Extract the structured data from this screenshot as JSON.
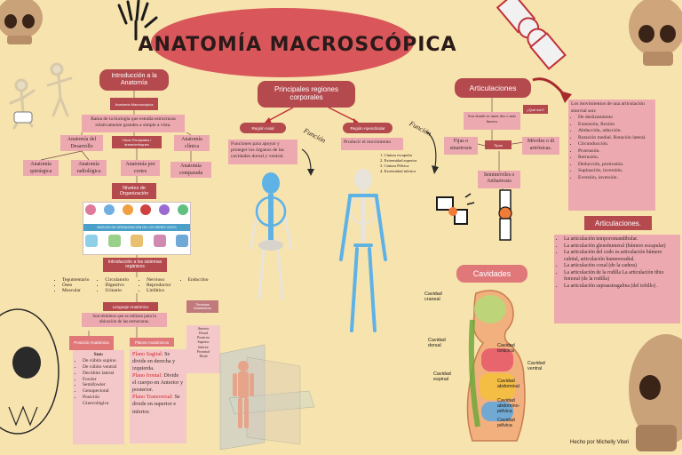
{
  "title": "ANATOMÍA MACROSCÓPICA",
  "author": "Hecho por Michelly Viteri",
  "intro": {
    "header": "Introducción a la Anatomía",
    "anat_macro": "Anatomía Macroscópica",
    "definition": "Rama de la biología que estudia estructuras relativamente grandes a simple a vista.",
    "desarrollo": "Anatomía del Desarrollo",
    "otros_principales": "Otros Principales / áreas/enfoques",
    "clinica": "Anatomía clínica",
    "quirurgica": "Anatomía quirúrgica",
    "radiologica": "Anatomía radiológica",
    "cortes": "Anatomía por cortes",
    "comparada": "Anatomía comparada",
    "niveles": "Niveles de Organización",
    "niveles_banner": "NIVELES DE ORGANIZACIÓN DE LOS SERES VIVOS",
    "sistemas": "Introducción a los sistemas orgánicos",
    "sistemas_cols": [
      [
        "Tegumentario",
        "Óseo",
        "Muscular"
      ],
      [
        "Circulatorio",
        "Digestivo",
        "Urinario"
      ],
      [
        "Nervioso",
        "Reproductor",
        "Linfático"
      ],
      [
        "Endocrino"
      ]
    ],
    "lenguaje": "Lenguaje Anatómico",
    "lenguaje_def": "Son términos que se utilizan para la ubicación de las estructuras.",
    "terminos_head": "Términos Anatómicos",
    "terminos_list": [
      "Anterior",
      "Dorsal",
      "Posterior",
      "Superior",
      "Inferior",
      "Proximal",
      "Distal"
    ],
    "posicion_head": "Posición Anatómica",
    "posicion_title": "Son:",
    "posicion_list": [
      "De cúbito supino",
      "De cúbito ventral",
      "Decúbito lateral",
      "Fowler",
      "Semifowler",
      "Genupectoral",
      "Posición Ginecológica"
    ],
    "planos_head": "Planos Anatómicos",
    "planos": [
      {
        "name": "Plano Sagital:",
        "text": "Se divide en derecha y izquierda."
      },
      {
        "name": "Plano frontal:",
        "text": "Divide el cuerpo en Anterior y posterior."
      },
      {
        "name": "Plano Transversal:",
        "text": "Se divide en superior e inferior."
      }
    ]
  },
  "regiones": {
    "header": "Principales regiones corporales",
    "axial": "Región Axial",
    "apendicular": "Región Apendicular",
    "funcion": "Función",
    "axial_desc": "Funciones para apoyar y proteger los órganos de las cavidades dorsal y ventral.",
    "apend_desc": "Producir el movimiento",
    "apend_list": [
      "1. Cintura escapular",
      "2. Extremidad superior",
      "3. Cintura Pélvica",
      "4. Extremidad inferior"
    ]
  },
  "articulaciones": {
    "header": "Articulaciones",
    "que_son": "¿Qué son?",
    "def": "Son donde se unen dos o más huesos",
    "tipos": "Tipos",
    "fijas": "Fijas o sinartrosis",
    "moviles": "Móviles o di artrósicas.",
    "semimoviles": "Semimóviles o Anfiartrosis",
    "funcion": "Función",
    "mov_title": "Los movimientos de una articulación sinovial son:",
    "mov_list": [
      "De deslizamiento",
      "Extensión, flexión",
      "Abducción, aducción.",
      "Rotación medial. Rotación lateral.",
      "Circunducción.",
      "Protrusión.",
      "Retrusión.",
      "Deducción, protrusión.",
      "Supinación, inversión.",
      "Eversión, inversión ."
    ],
    "header2": "Articulaciones.",
    "ejemplos": [
      "La articulación temporomandibular.",
      "La articulación glenohumeral (húmero escapular)",
      "La articulación del codo es articulación húmero cubital, articulación humeroradial.",
      "La articulación coxal (de la cadera)",
      "La articulación de la rodilla La articulación tibio femoral (de la rodilla)",
      "La articulación supraastragalina (del tobillo) ."
    ]
  },
  "cavidades": {
    "header": "Cavidades",
    "labels": [
      "Cavidad craneal",
      "Cavidad dorsal",
      "Cavidad espinal",
      "Cavidad torácica",
      "Cavidad ventral",
      "Cavidad abdominal",
      "Cavidad abdomino-pélvica",
      "Cavidad pélvica"
    ]
  },
  "colors": {
    "maroon": "#b54a4e",
    "pink": "#ecaab0",
    "bg": "#f7e3ad",
    "title_bubble": "#d9575a"
  }
}
